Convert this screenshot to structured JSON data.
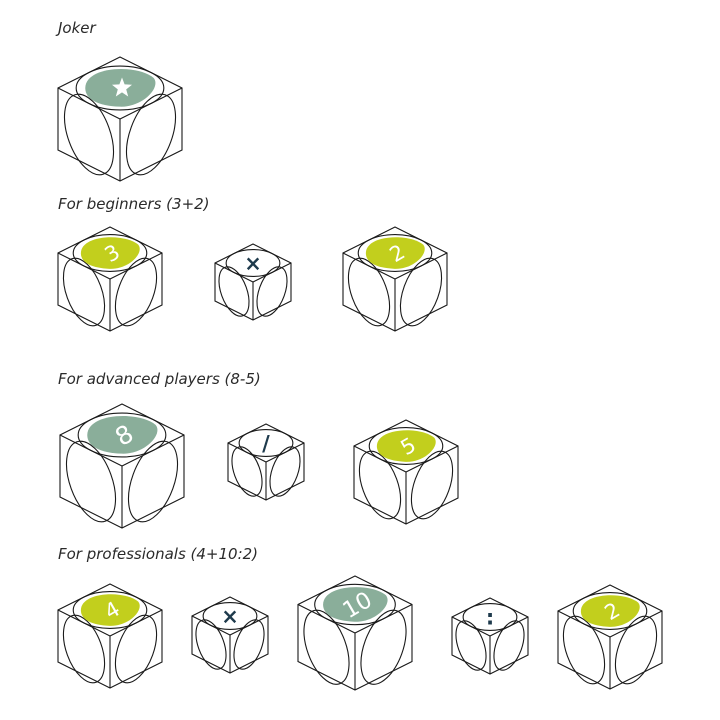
{
  "sections": {
    "joker": "Joker",
    "beginners": "For beginners (3+2)",
    "advanced": "For advanced players (8-5)",
    "professionals": "For professionals (4+10:2)"
  },
  "colors": {
    "green_blob": "#8aae9a",
    "lime_blob": "#c2cf1d",
    "operator": "#1e3a4c",
    "outline": "#1a1a1a"
  },
  "dice": [
    {
      "id": "joker-die",
      "kind": "number",
      "color": "green",
      "label": "★",
      "icon": "star-icon"
    },
    {
      "id": "beginner-die-3",
      "kind": "number",
      "color": "lime",
      "label": "3"
    },
    {
      "id": "beginner-op-multiply",
      "kind": "operator",
      "label": "×"
    },
    {
      "id": "beginner-die-2",
      "kind": "number",
      "color": "lime",
      "label": "2"
    },
    {
      "id": "advanced-die-8",
      "kind": "number",
      "color": "green",
      "label": "8"
    },
    {
      "id": "advanced-op-minus",
      "kind": "operator",
      "label": "/"
    },
    {
      "id": "advanced-die-5",
      "kind": "number",
      "color": "lime",
      "label": "5"
    },
    {
      "id": "pro-die-4",
      "kind": "number",
      "color": "lime",
      "label": "4"
    },
    {
      "id": "pro-op-multiply",
      "kind": "operator",
      "label": "×"
    },
    {
      "id": "pro-die-10",
      "kind": "number",
      "color": "green",
      "label": "10"
    },
    {
      "id": "pro-op-divide",
      "kind": "operator",
      "label": ":"
    },
    {
      "id": "pro-die-2",
      "kind": "number",
      "color": "lime",
      "label": "2"
    }
  ]
}
